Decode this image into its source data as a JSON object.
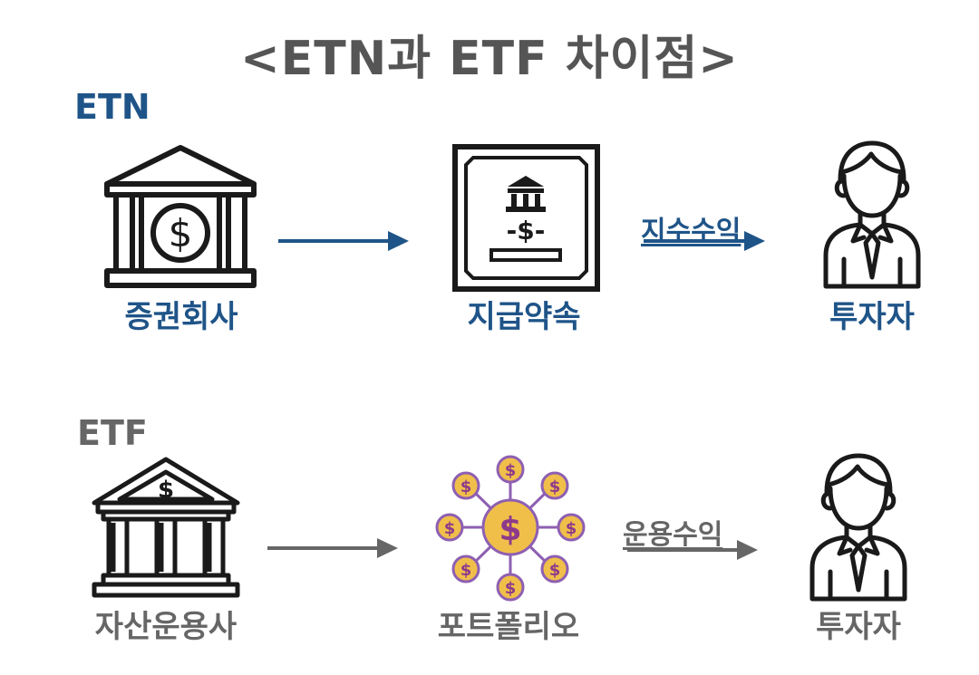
{
  "title": "<ETN과 ETF 차이점>",
  "colors": {
    "etn": "#1f5488",
    "etf": "#666666",
    "ink": "#1a1a1a",
    "gold": "#f0bf4a",
    "purple": "#8e5fb2"
  },
  "etn": {
    "heading": "ETN",
    "issuer": "증권회사",
    "instrument": "지급약속",
    "payout": "지수수익",
    "investor": "투자자"
  },
  "etf": {
    "heading": "ETF",
    "issuer": "자산운용사",
    "instrument": "포트폴리오",
    "payout": "운용수익",
    "investor": "투자자"
  },
  "icons": {
    "etn_issuer": "bank-dollar-icon",
    "etn_instrument": "certificate-icon",
    "etn_investor": "businessman-icon",
    "etf_issuer": "temple-bank-icon",
    "etf_instrument": "coin-network-icon",
    "etf_investor": "businessman-icon"
  },
  "symbols": {
    "dollar": "$",
    "cert_text": "-$-"
  }
}
